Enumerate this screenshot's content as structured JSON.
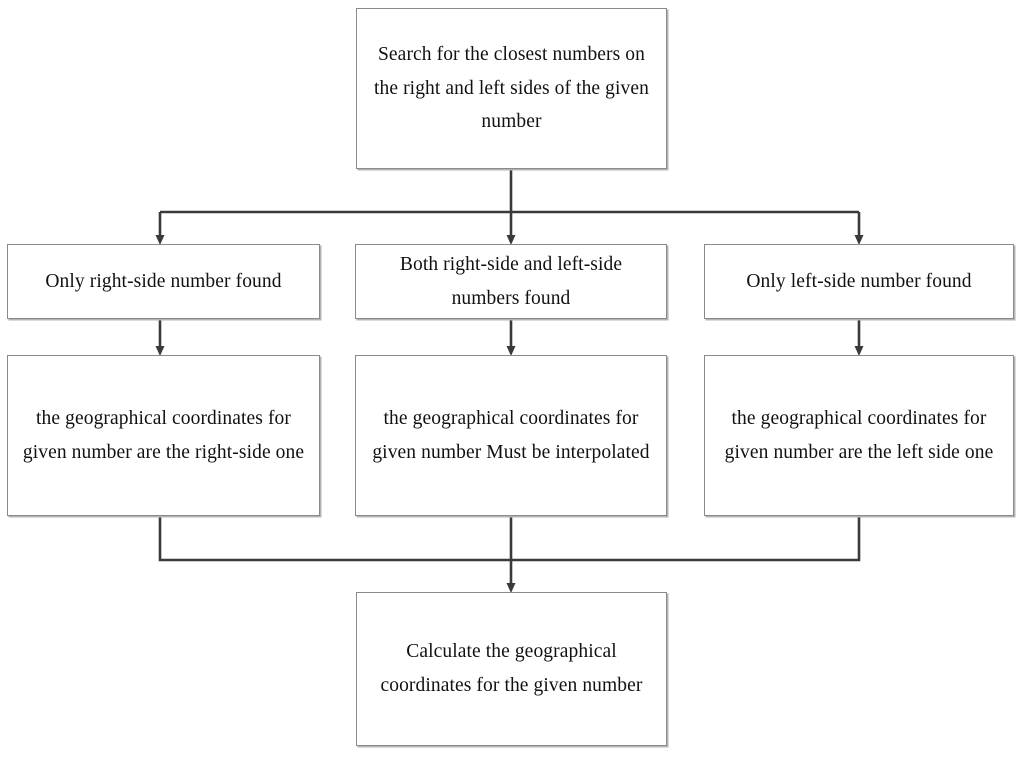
{
  "diagram": {
    "title": "Geographical coordinate interpolation flowchart",
    "type": "flowchart",
    "colors": {
      "box_border": "#8a8a8a",
      "box_fill": "#ffffff",
      "connector": "#3a3a3a",
      "text": "#111111",
      "shadow": "#b4b4b4"
    },
    "nodes": {
      "search": {
        "id": "search",
        "label": "Search for the closest numbers on the right and left sides of the given number",
        "shape": "rectangle",
        "role": "start"
      },
      "right_only": {
        "id": "right_only",
        "label": "Only right-side number found",
        "shape": "rectangle",
        "role": "condition"
      },
      "both": {
        "id": "both",
        "label": "Both right-side and left-side numbers found",
        "shape": "rectangle",
        "role": "condition"
      },
      "left_only": {
        "id": "left_only",
        "label": "Only left-side number found",
        "shape": "rectangle",
        "role": "condition"
      },
      "right_result": {
        "id": "right_result",
        "label": "the geographical coordinates for given number are the right-side one",
        "shape": "rectangle",
        "role": "action"
      },
      "interpolate": {
        "id": "interpolate",
        "label": "the geographical coordinates for given number Must be interpolated",
        "shape": "rectangle",
        "role": "action"
      },
      "left_result": {
        "id": "left_result",
        "label": "the geographical coordinates for given number are the left side one",
        "shape": "rectangle",
        "role": "action"
      },
      "calculate": {
        "id": "calculate",
        "label": "Calculate the geographical coordinates for the given number",
        "shape": "rectangle",
        "role": "end"
      }
    },
    "edges": [
      {
        "from": "search",
        "to": "right_only",
        "style": "orthogonal",
        "arrow": "filled-triangle"
      },
      {
        "from": "search",
        "to": "both",
        "style": "straight",
        "arrow": "filled-triangle"
      },
      {
        "from": "search",
        "to": "left_only",
        "style": "orthogonal",
        "arrow": "filled-triangle"
      },
      {
        "from": "right_only",
        "to": "right_result",
        "style": "straight",
        "arrow": "filled-triangle"
      },
      {
        "from": "both",
        "to": "interpolate",
        "style": "straight",
        "arrow": "filled-triangle"
      },
      {
        "from": "left_only",
        "to": "left_result",
        "style": "straight",
        "arrow": "filled-triangle"
      },
      {
        "from": "right_result",
        "to": "calculate",
        "style": "orthogonal",
        "arrow": "none"
      },
      {
        "from": "interpolate",
        "to": "calculate",
        "style": "straight",
        "arrow": "filled-triangle"
      },
      {
        "from": "left_result",
        "to": "calculate",
        "style": "orthogonal",
        "arrow": "none"
      }
    ]
  }
}
